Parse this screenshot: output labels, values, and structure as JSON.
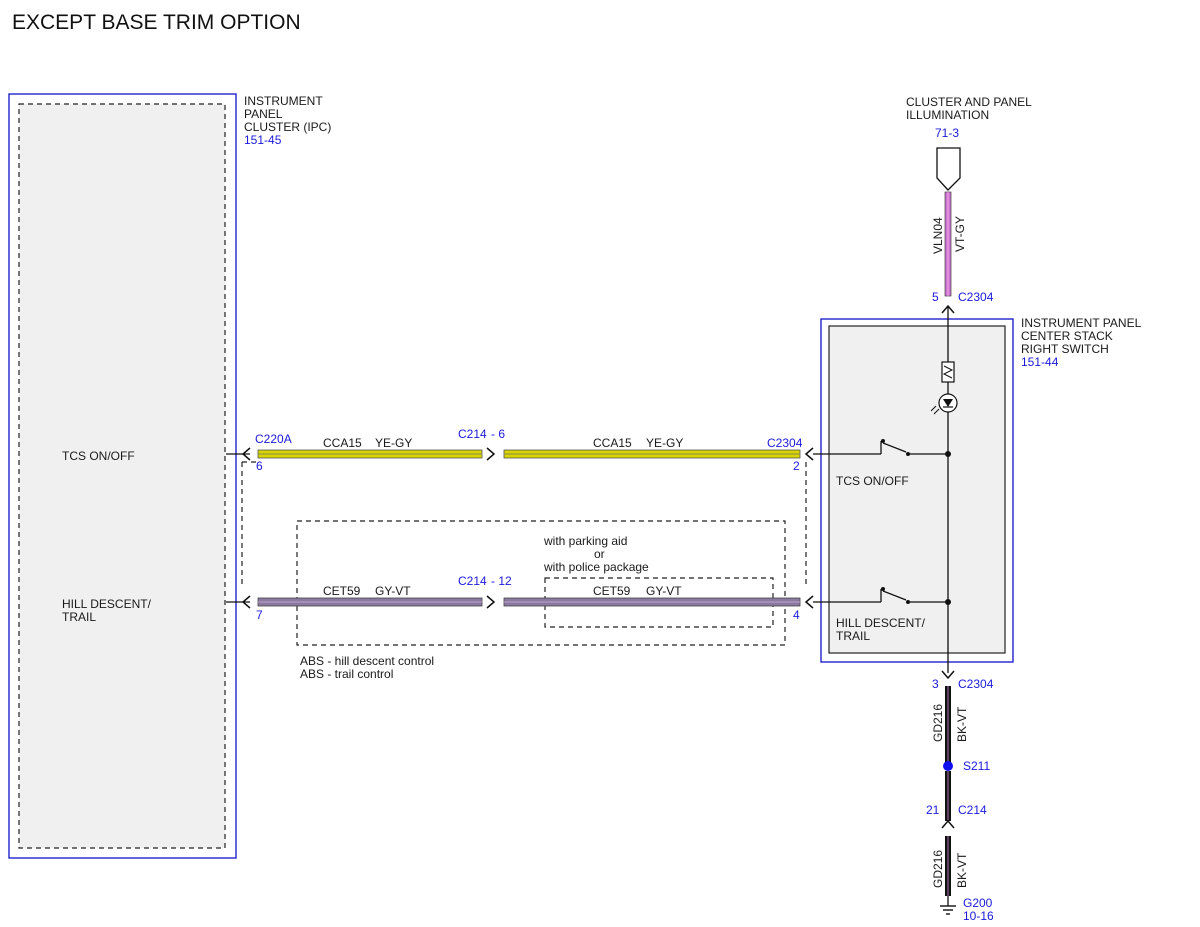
{
  "title": "EXCEPT BASE TRIM OPTION",
  "ipc": {
    "name_lines": [
      "INSTRUMENT",
      "PANEL",
      "CLUSTER (IPC)"
    ],
    "ref": "151-45",
    "pin_labels": {
      "tcs": "TCS ON/OFF",
      "hill_line1": "HILL DESCENT/",
      "hill_line2": "TRAIL"
    }
  },
  "illumination": {
    "name_lines": [
      "CLUSTER AND PANEL",
      "ILLUMINATION"
    ],
    "ref": "71-3",
    "circuit": "VLN04",
    "color_code": "VT-GY",
    "pin": "5",
    "connector": "C2304"
  },
  "switch": {
    "name_lines": [
      "INSTRUMENT PANEL",
      "CENTER STACK",
      "RIGHT SWITCH"
    ],
    "ref": "151-44",
    "tcs_label": "TCS ON/OFF",
    "hill_line1": "HILL DESCENT/",
    "hill_line2": "TRAIL"
  },
  "wire_tcs": {
    "left_connector": "C220A",
    "left_pin": "6",
    "circuit": "CCA15",
    "color_code": "YE-GY",
    "inline_connector": "C214",
    "inline_pin": "- 6",
    "right_connector": "C2304",
    "right_pin": "2"
  },
  "wire_hill": {
    "left_pin": "7",
    "circuit": "CET59",
    "color_code": "GY-VT",
    "inline_connector": "C214",
    "inline_pin": "- 12",
    "right_pin": "4"
  },
  "option_note": {
    "line1": "with parking aid",
    "line2": "or",
    "line3": "with police package"
  },
  "abs_note": {
    "line1": "ABS - hill descent control",
    "line2": "ABS - trail control"
  },
  "ground": {
    "pin3": "3",
    "connector_c2304": "C2304",
    "circuit": "GD216",
    "color_code": "BK-VT",
    "splice": "S211",
    "pin21": "21",
    "connector_c214": "C214",
    "ground_point": "G200",
    "ground_ref": "10-16"
  },
  "colors": {
    "connector_text": "#1a1adc",
    "module_border": "#2222cc",
    "wire_ye_gy": "#d8d400",
    "wire_gy_vt": "#8a7aa0",
    "wire_vt_gy": "#d070d0",
    "wire_bk_vt": "#111111",
    "splice": "#1010ee"
  }
}
